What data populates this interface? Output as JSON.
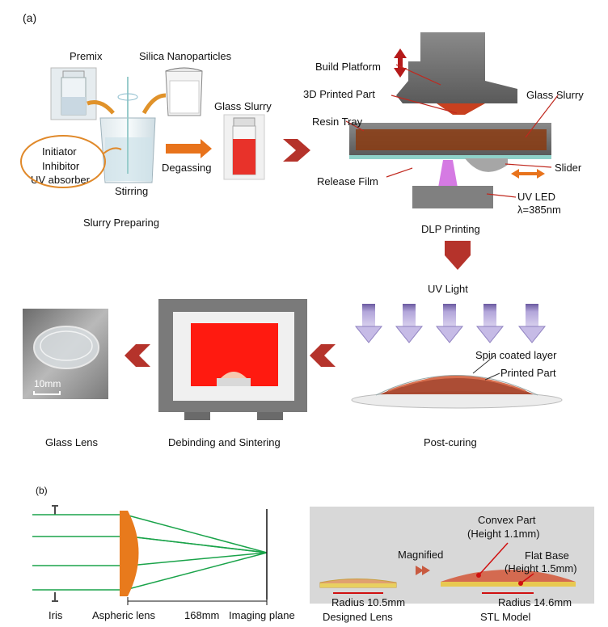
{
  "panel_a": {
    "label": "(a)",
    "slurry": {
      "premix": "Premix",
      "silica": "Silica Nanoparticles",
      "additives": [
        "Initiator",
        "Inhibitor",
        "UV absorber"
      ],
      "stirring": "Stirring",
      "degassing": "Degassing",
      "glass_slurry": "Glass Slurry",
      "caption": "Slurry Preparing"
    },
    "dlp": {
      "build_platform": "Build Platform",
      "printed_part": "3D Printed Part",
      "glass_slurry": "Glass Slurry",
      "resin_tray": "Resin Tray",
      "slider": "Slider",
      "release_film": "Release Film",
      "uv_led": "UV LED",
      "wavelength": "λ=385nm",
      "caption": "DLP Printing"
    },
    "postcure": {
      "uv_light": "UV Light",
      "spin_coated": "Spin coated layer",
      "printed_part": "Printed Part",
      "caption": "Post-curing"
    },
    "sinter": {
      "caption": "Debinding and Sintering"
    },
    "lens": {
      "scale": "10mm",
      "caption": "Glass Lens"
    }
  },
  "panel_b": {
    "label": "(b)",
    "optics": {
      "iris": "Iris",
      "lens": "Aspheric lens",
      "distance": "168mm",
      "image_plane": "Imaging plane"
    },
    "stl": {
      "convex": "Convex Part",
      "convex_height": "(Height 1.1mm)",
      "magnified": "Magnified",
      "flat_base": "Flat Base",
      "flat_height": "(Height 1.5mm)",
      "radius_designed": "Radius 10.5mm",
      "radius_stl": "Radius 14.6mm",
      "designed_caption": "Designed Lens",
      "stl_caption": "STL Model"
    }
  },
  "colors": {
    "slurry_red": "#e8322a",
    "arrow_red": "#b5332b",
    "arrow_orange": "#e8731c",
    "uv_purple": "#9b87c9",
    "ray_green": "#1aa34a",
    "lens_orange": "#e87a1c",
    "furnace_red": "#ff1a10",
    "build_gray": "#6e6e6e"
  }
}
